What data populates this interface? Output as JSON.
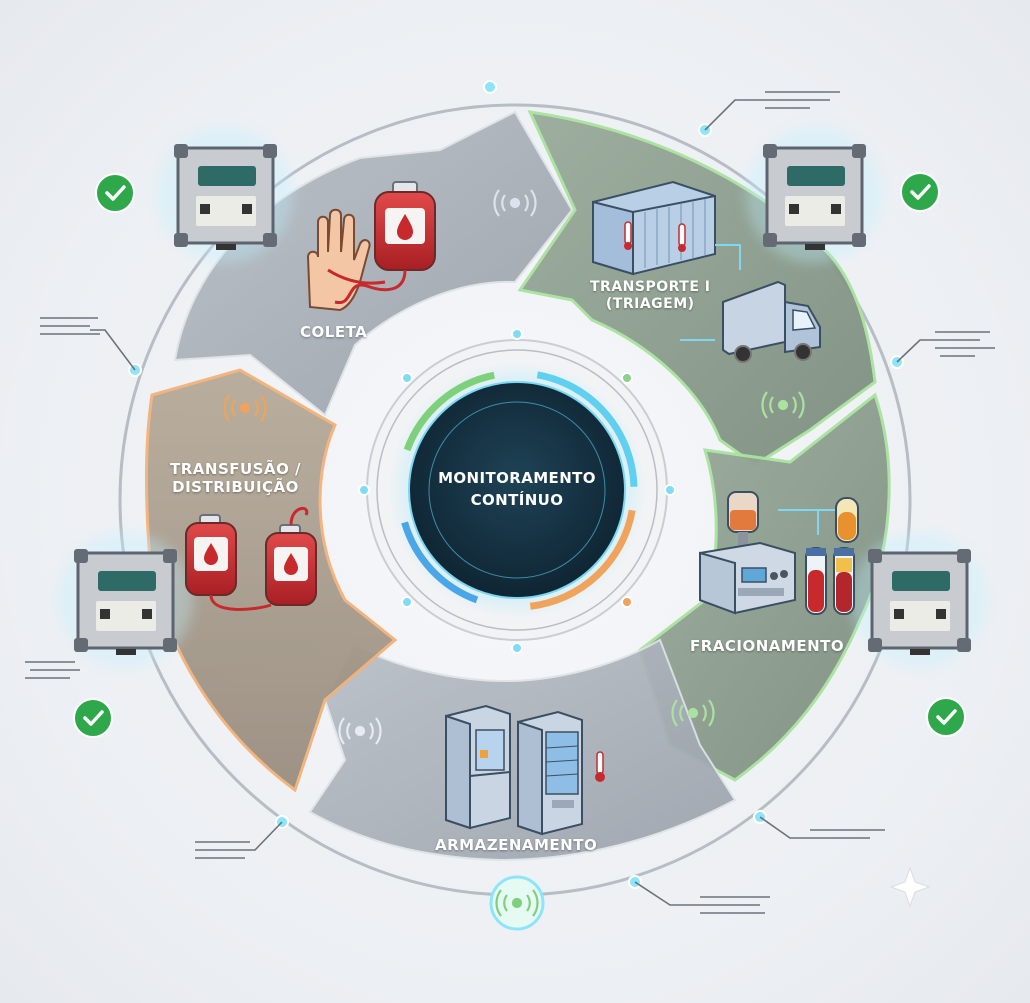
{
  "center": {
    "line1": "MONITORAMENTO",
    "line2": "CONTÍNUO"
  },
  "stages": {
    "coleta": {
      "label": "COLETA"
    },
    "transporte": {
      "line1": "TRANSPORTE I",
      "line2": "(TRIAGEM)"
    },
    "fracionamento": {
      "label": "FRACIONAMENTO"
    },
    "armazenamento": {
      "label": "ARMAZENAMENTO"
    },
    "transfusao": {
      "line1": "TRANSFUSÃO /",
      "line2": "DISTRIBUIÇÃO"
    }
  },
  "colors": {
    "segment_gray": "#a7aeb6",
    "segment_green": "#8a9c8c",
    "segment_orange": "#a99e8e",
    "accent_green": "#7fd07a",
    "accent_orange": "#f0a35a",
    "accent_cyan": "#4cc9f0",
    "hub_dark": "#163242",
    "check_green": "#2ea84a"
  },
  "icons": {
    "sensor_device": "data-logger-icon",
    "status": "check-icon",
    "signal": "wireless-signal-icon",
    "coleta": [
      "hand-icon",
      "blood-bag-icon"
    ],
    "transporte": [
      "refrigerated-container-icon",
      "truck-icon"
    ],
    "fracionamento": [
      "centrifuge-icon",
      "test-tubes-icon"
    ],
    "armazenamento": [
      "refrigerator-icon",
      "thermometer-icon"
    ],
    "transfusao": [
      "blood-bag-icon"
    ]
  }
}
